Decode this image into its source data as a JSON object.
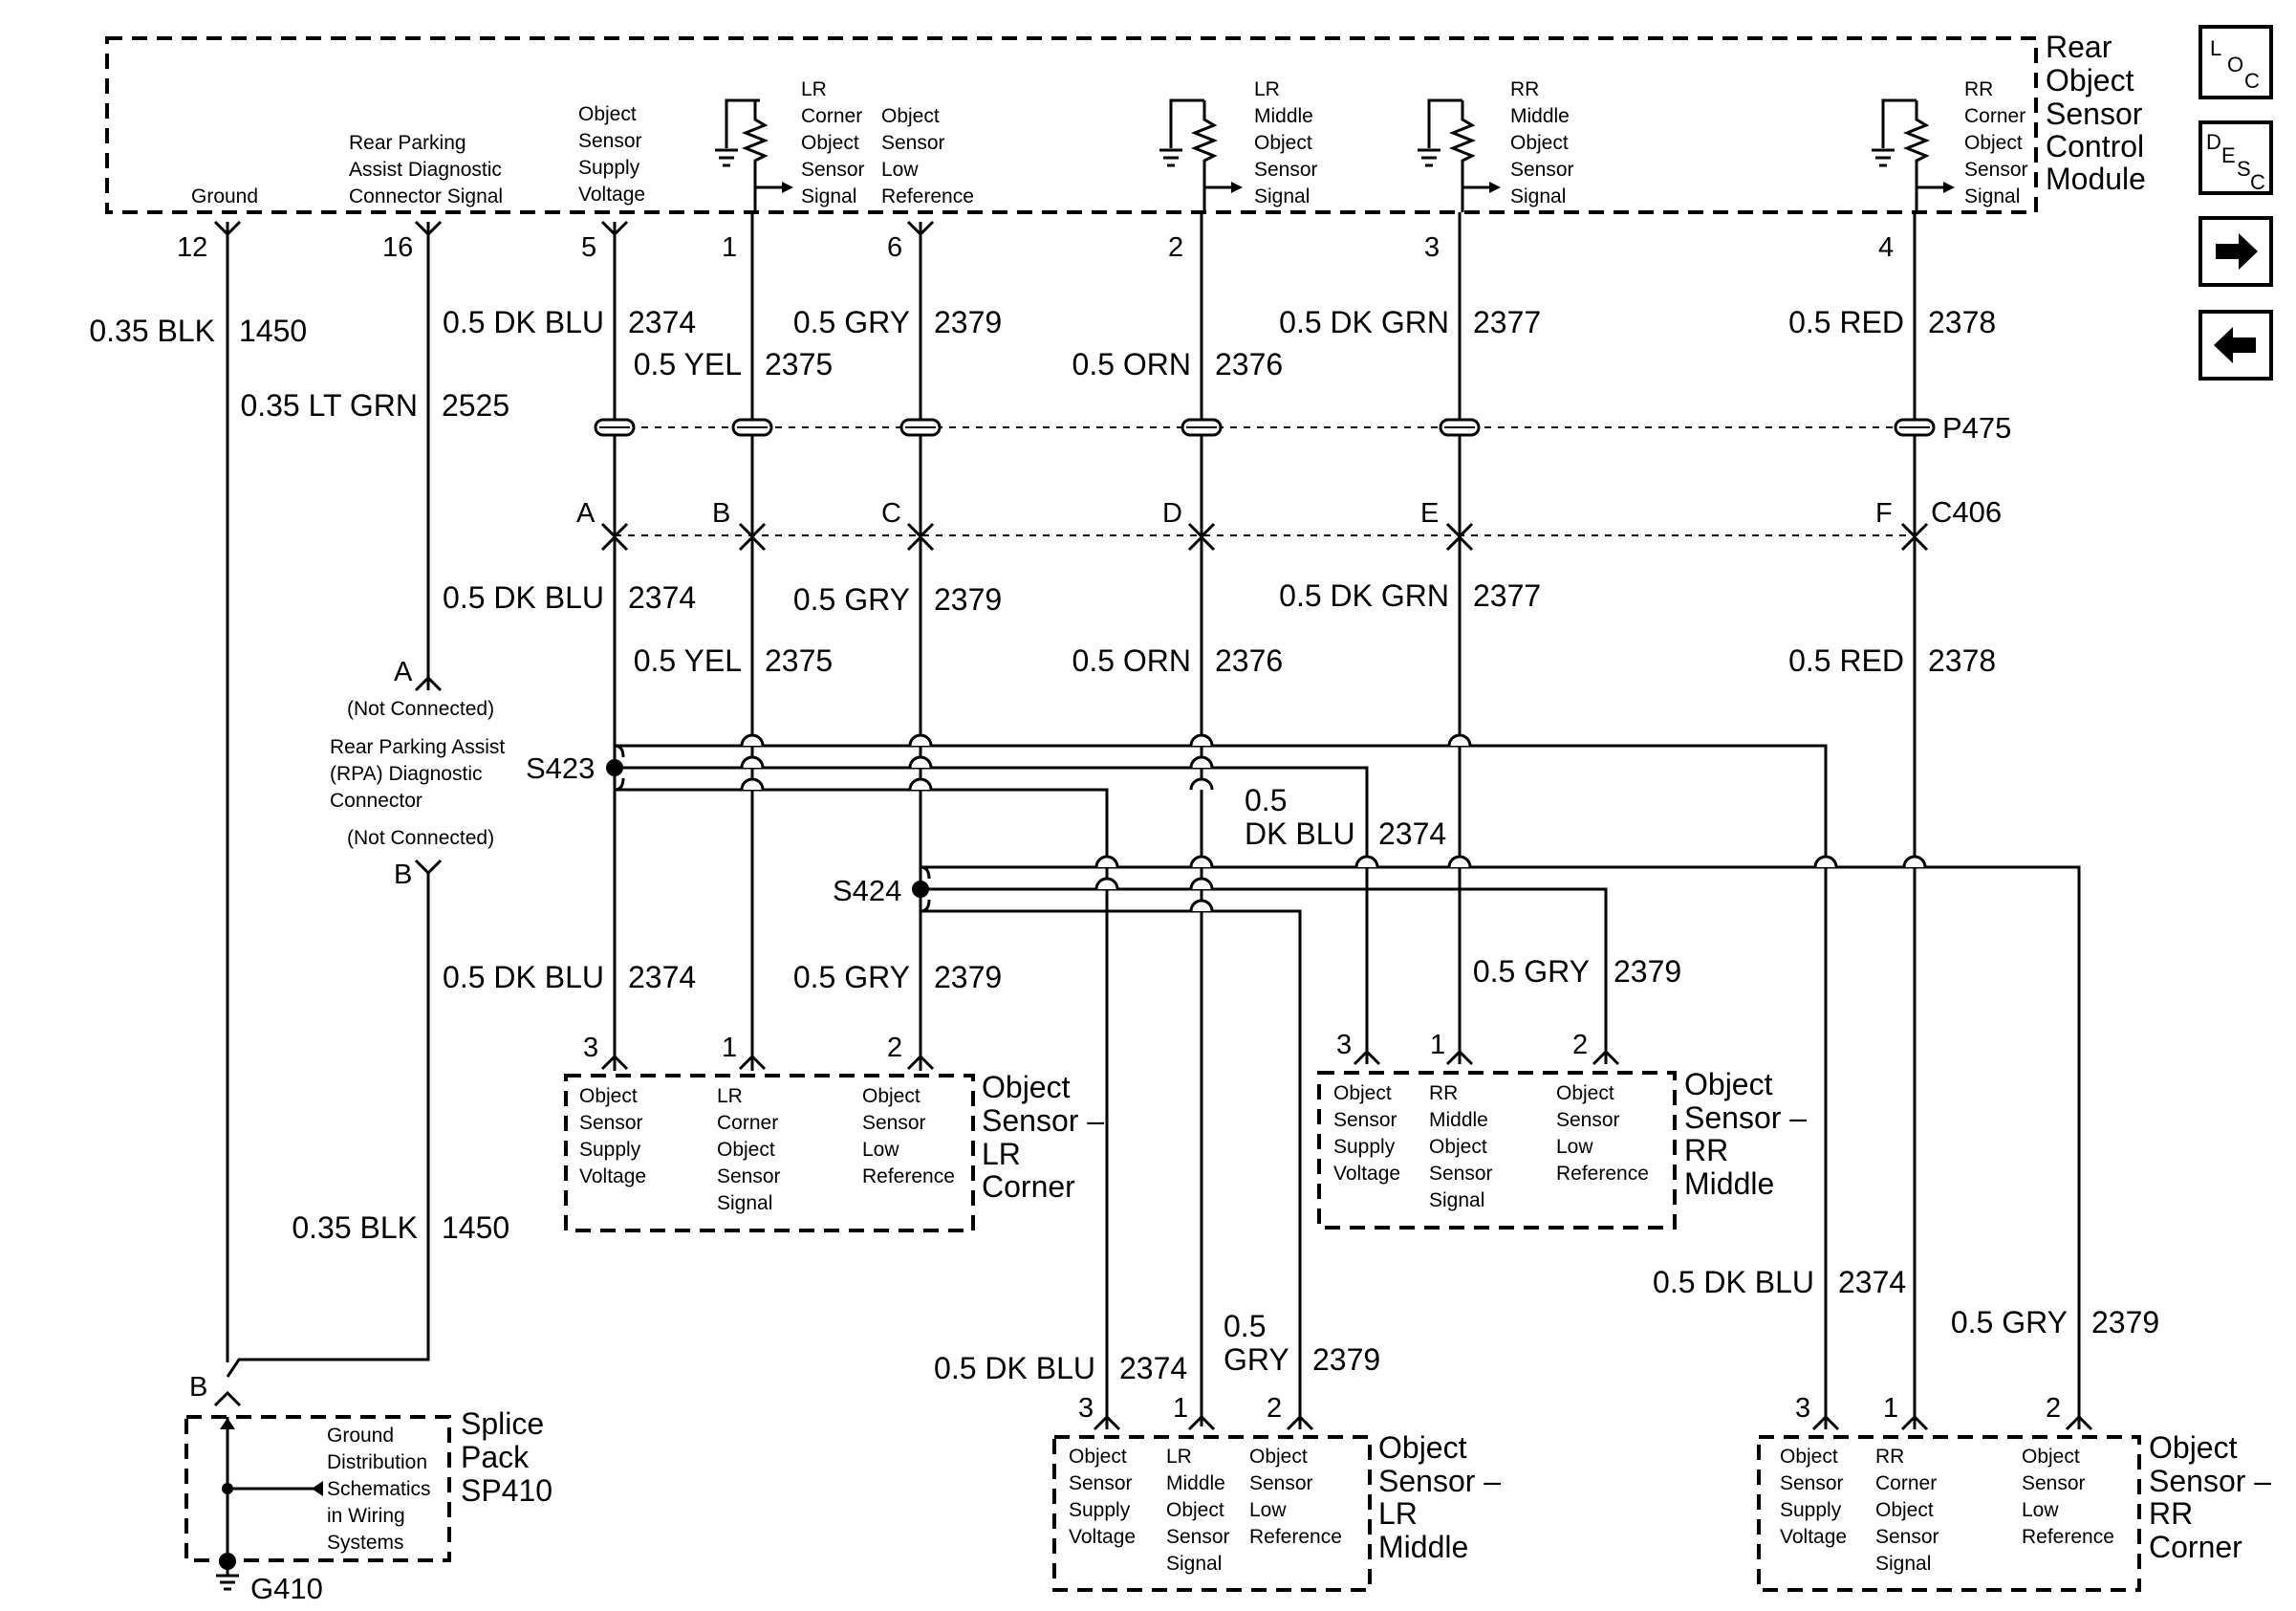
{
  "module": {
    "title": [
      "Rear",
      "Object",
      "Sensor",
      "Control",
      "Module"
    ],
    "ground_label": "Ground",
    "diag_label": [
      "Rear Parking",
      "Assist Diagnostic",
      "Connector Signal"
    ],
    "supply_label": [
      "Object",
      "Sensor",
      "Supply",
      "Voltage"
    ],
    "lrc_label": [
      "LR",
      "Corner",
      "Object",
      "Sensor",
      "Signal"
    ],
    "lowref_label": [
      "Object",
      "Sensor",
      "Low",
      "Reference"
    ],
    "lrm_label": [
      "LR",
      "Middle",
      "Object",
      "Sensor",
      "Signal"
    ],
    "rrm_label": [
      "RR",
      "Middle",
      "Object",
      "Sensor",
      "Signal"
    ],
    "rrc_label": [
      "RR",
      "Corner",
      "Object",
      "Sensor",
      "Signal"
    ],
    "pins": [
      "12",
      "16",
      "5",
      "1",
      "6",
      "2",
      "3",
      "4"
    ]
  },
  "wires_top": {
    "blk": [
      "0.35 BLK",
      "1450"
    ],
    "ltgrn": [
      "0.35 LT GRN",
      "2525"
    ],
    "dkblu": [
      "0.5 DK BLU",
      "2374"
    ],
    "yel": [
      "0.5 YEL",
      "2375"
    ],
    "gry": [
      "0.5 GRY",
      "2379"
    ],
    "orn": [
      "0.5 ORN",
      "2376"
    ],
    "dkgrn": [
      "0.5 DK GRN",
      "2377"
    ],
    "red": [
      "0.5 RED",
      "2378"
    ]
  },
  "connectors": {
    "p475": "P475",
    "c406": "C406",
    "c406_pins": [
      "A",
      "B",
      "C",
      "D",
      "E",
      "F"
    ]
  },
  "wires_mid": {
    "dkblu": [
      "0.5 DK BLU",
      "2374"
    ],
    "yel": [
      "0.5 YEL",
      "2375"
    ],
    "gry": [
      "0.5 GRY",
      "2379"
    ],
    "orn": [
      "0.5 ORN",
      "2376"
    ],
    "dkgrn": [
      "0.5 DK GRN",
      "2377"
    ],
    "red": [
      "0.5 RED",
      "2378"
    ]
  },
  "rpa": {
    "pin_a": "A",
    "not_connected_1": "(Not Connected)",
    "name": [
      "Rear Parking Assist",
      "(RPA) Diagnostic",
      "Connector"
    ],
    "not_connected_2": "(Not Connected)",
    "pin_b": "B"
  },
  "splices": {
    "s423": "S423",
    "s424": "S424",
    "dkblu_branch": [
      "0.5",
      "DK BLU",
      "2374"
    ]
  },
  "wires_low": {
    "lr_dkblu": [
      "0.5 DK BLU",
      "2374"
    ],
    "lr_gry": [
      "0.5 GRY",
      "2379"
    ],
    "rrm_gry": [
      "0.5 GRY",
      "2379"
    ],
    "blk": [
      "0.35 BLK",
      "1450"
    ],
    "rrc_dkblu": [
      "0.5 DK BLU",
      "2374"
    ],
    "rrc_gry": [
      "0.5 GRY",
      "2379"
    ],
    "lrm_dkblu": [
      "0.5 DK BLU",
      "2374"
    ],
    "lrm_gry": [
      "0.5",
      "GRY",
      "2379"
    ]
  },
  "sensors": {
    "lr_corner": {
      "title": [
        "Object",
        "Sensor –",
        "LR",
        "Corner"
      ],
      "pins": [
        "3",
        "1",
        "2"
      ],
      "col1": [
        "Object",
        "Sensor",
        "Supply",
        "Voltage"
      ],
      "col2": [
        "LR",
        "Corner",
        "Object",
        "Sensor",
        "Signal"
      ],
      "col3": [
        "Object",
        "Sensor",
        "Low",
        "Reference"
      ]
    },
    "rr_middle": {
      "title": [
        "Object",
        "Sensor –",
        "RR",
        "Middle"
      ],
      "pins": [
        "3",
        "1",
        "2"
      ],
      "col1": [
        "Object",
        "Sensor",
        "Supply",
        "Voltage"
      ],
      "col2": [
        "RR",
        "Middle",
        "Object",
        "Sensor",
        "Signal"
      ],
      "col3": [
        "Object",
        "Sensor",
        "Low",
        "Reference"
      ]
    },
    "lr_middle": {
      "title": [
        "Object",
        "Sensor –",
        "LR",
        "Middle"
      ],
      "pins": [
        "3",
        "1",
        "2"
      ],
      "col1": [
        "Object",
        "Sensor",
        "Supply",
        "Voltage"
      ],
      "col2": [
        "LR",
        "Middle",
        "Object",
        "Sensor",
        "Signal"
      ],
      "col3": [
        "Object",
        "Sensor",
        "Low",
        "Reference"
      ]
    },
    "rr_corner": {
      "title": [
        "Object",
        "Sensor –",
        "RR",
        "Corner"
      ],
      "pins": [
        "3",
        "1",
        "2"
      ],
      "col1": [
        "Object",
        "Sensor",
        "Supply",
        "Voltage"
      ],
      "col2": [
        "RR",
        "Corner",
        "Object",
        "Sensor",
        "Signal"
      ],
      "col3": [
        "Object",
        "Sensor",
        "Low",
        "Reference"
      ]
    }
  },
  "splice_pack": {
    "pin": "B",
    "title": [
      "Splice",
      "Pack",
      "SP410"
    ],
    "note": [
      "Ground",
      "Distribution",
      "Schematics",
      "in Wiring",
      "Systems"
    ],
    "ground": "G410"
  },
  "nav": {
    "loc": [
      "L",
      "O",
      "C"
    ],
    "desc": [
      "D",
      "E",
      "S",
      "C"
    ],
    "next_icon": "right-arrow-icon",
    "prev_icon": "left-arrow-icon"
  }
}
